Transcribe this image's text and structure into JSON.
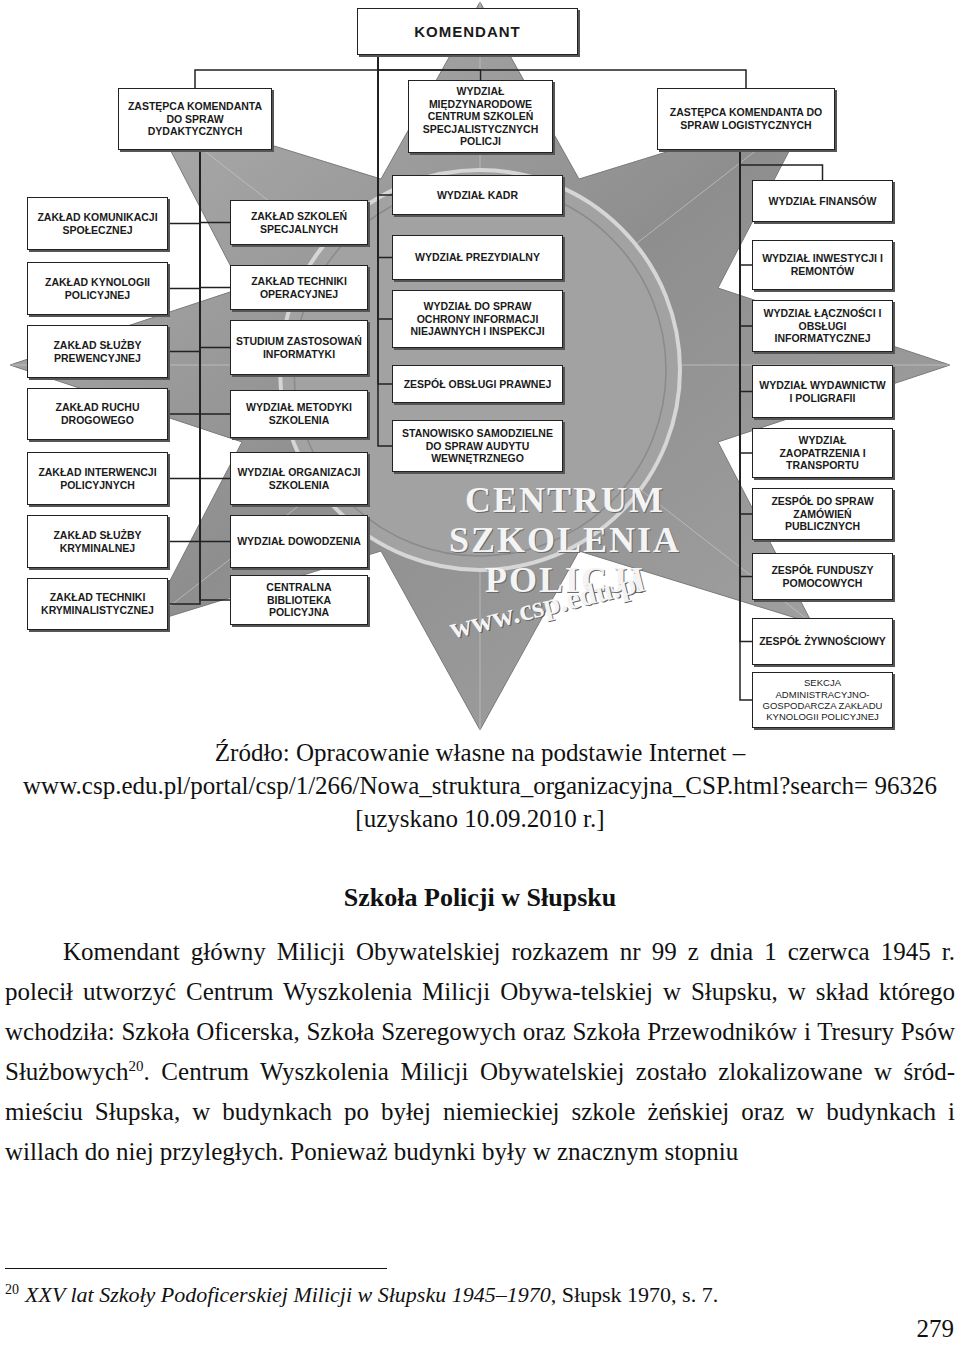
{
  "diagram": {
    "caption": "Źródło: Opracowanie własne na podstawie Internet – www.csp.edu.pl/portal/csp/1/266/Nowa_struktura_organizacyjna_CSP.html?search= 96326 [uzyskano 10.09.2010 r.]",
    "nodes": [
      {
        "text": [
          "KOMENDANT"
        ]
      },
      {
        "text": [
          "ZASTĘPCA KOMENDANTA DO SPRAW DYDAKTYCZNYCH"
        ]
      },
      {
        "text": [
          "WYDZIAŁ MIĘDZYNARODOWE CENTRUM SZKOLEŃ SPECJALISTYCZNYCH POLICJI"
        ]
      },
      {
        "text": [
          "ZASTĘPCA KOMENDANTA DO SPRAW LOGISTYCZNYCH"
        ]
      },
      {
        "text": [
          "ZAKŁAD KOMUNIKACJI SPOŁECZNEJ"
        ]
      },
      {
        "text": [
          "ZAKŁAD KYNOLOGII POLICYJNEJ"
        ]
      },
      {
        "text": [
          "ZAKŁAD SŁUŻBY PREWENCYJNEJ"
        ]
      },
      {
        "text": [
          "ZAKŁAD RUCHU DROGOWEGO"
        ]
      },
      {
        "text": [
          "ZAKŁAD INTERWENCJI POLICYJNYCH"
        ]
      },
      {
        "text": [
          "ZAKŁAD SŁUŻBY KRYMINALNEJ"
        ]
      },
      {
        "text": [
          "ZAKŁAD TECHNIKI KRYMINALISTYCZNEJ"
        ]
      },
      {
        "text": [
          "ZAKŁAD SZKOLEŃ SPECJALNYCH"
        ]
      },
      {
        "text": [
          "ZAKŁAD TECHNIKI OPERACYJNEJ"
        ]
      },
      {
        "text": [
          "STUDIUM ZASTOSOWAŃ INFORMATYKI"
        ]
      },
      {
        "text": [
          "WYDZIAŁ METODYKI SZKOLENIA"
        ]
      },
      {
        "text": [
          "WYDZIAŁ ORGANIZACJI SZKOLENIA"
        ]
      },
      {
        "text": [
          "WYDZIAŁ DOWODZENIA"
        ]
      },
      {
        "text": [
          "CENTRALNA BIBLIOTEKA POLICYJNA"
        ]
      },
      {
        "text": [
          "WYDZIAŁ KADR"
        ]
      },
      {
        "text": [
          "WYDZIAŁ PREZYDIALNY"
        ]
      },
      {
        "text": [
          "WYDZIAŁ DO SPRAW OCHRONY INFORMACJI NIEJAWNYCH I INSPEKCJI"
        ]
      },
      {
        "text": [
          "ZESPÓŁ OBSŁUGI PRAWNEJ"
        ]
      },
      {
        "text": [
          "STANOWISKO SAMODZIELNE DO SPRAW AUDYTU WEWNĘTRZNEGO"
        ]
      },
      {
        "text": [
          "WYDZIAŁ FINANSÓW"
        ]
      },
      {
        "text": [
          "WYDZIAŁ INWESTYCJI I REMONTÓW"
        ]
      },
      {
        "text": [
          "WYDZIAŁ ŁĄCZNOŚCI I OBSŁUGI INFORMATYCZNEJ"
        ]
      },
      {
        "text": [
          "WYDZIAŁ WYDAWNICTW I POLIGRAFII"
        ]
      },
      {
        "text": [
          "WYDZIAŁ ZAOPATRZENIA I TRANSPORTU"
        ]
      },
      {
        "text": [
          "ZESPÓŁ DO SPRAW ZAMÓWIEŃ PUBLICZNYCH"
        ]
      },
      {
        "text": [
          "ZESPÓŁ FUNDUSZY POMOCOWYCH"
        ]
      },
      {
        "text": [
          "ZESPÓŁ ŻYWNOŚCIOWY"
        ]
      },
      {
        "text": [
          "SEKCJA ADMINISTRACYJNO-GOSPODARCZA ZAKŁADU KYNOLOGII POLICYJNEJ"
        ]
      }
    ],
    "edges": [
      {
        "from": 0,
        "to": 1,
        "arrow": "none"
      },
      {
        "from": 0,
        "to": 2,
        "arrow": "none"
      },
      {
        "from": 0,
        "to": 3,
        "arrow": "none"
      },
      {
        "from": 0,
        "to": 18,
        "arrow": "none"
      },
      {
        "from": 0,
        "to": 19,
        "arrow": "none"
      },
      {
        "from": 0,
        "to": 20,
        "arrow": "none"
      },
      {
        "from": 0,
        "to": 21,
        "arrow": "none"
      },
      {
        "from": 0,
        "to": 22,
        "arrow": "none"
      },
      {
        "from": 1,
        "to": 4,
        "arrow": "none"
      },
      {
        "from": 1,
        "to": 5,
        "arrow": "none"
      },
      {
        "from": 1,
        "to": 6,
        "arrow": "none"
      },
      {
        "from": 1,
        "to": 7,
        "arrow": "none"
      },
      {
        "from": 1,
        "to": 8,
        "arrow": "none"
      },
      {
        "from": 1,
        "to": 9,
        "arrow": "none"
      },
      {
        "from": 1,
        "to": 10,
        "arrow": "none"
      },
      {
        "from": 1,
        "to": 11,
        "arrow": "none"
      },
      {
        "from": 1,
        "to": 12,
        "arrow": "none"
      },
      {
        "from": 1,
        "to": 13,
        "arrow": "none"
      },
      {
        "from": 1,
        "to": 14,
        "arrow": "none"
      },
      {
        "from": 1,
        "to": 15,
        "arrow": "none"
      },
      {
        "from": 1,
        "to": 16,
        "arrow": "none"
      },
      {
        "from": 1,
        "to": 17,
        "arrow": "none"
      },
      {
        "from": 3,
        "to": 23,
        "arrow": "none"
      },
      {
        "from": 3,
        "to": 24,
        "arrow": "none"
      },
      {
        "from": 3,
        "to": 25,
        "arrow": "none"
      },
      {
        "from": 3,
        "to": 26,
        "arrow": "none"
      },
      {
        "from": 3,
        "to": 27,
        "arrow": "none"
      },
      {
        "from": 3,
        "to": 28,
        "arrow": "none"
      },
      {
        "from": 3,
        "to": 29,
        "arrow": "none"
      },
      {
        "from": 3,
        "to": 30,
        "arrow": "none"
      },
      {
        "from": 3,
        "to": 31,
        "arrow": "none"
      }
    ],
    "labels": [
      "CENTRUM",
      "SZKOLENIA",
      "POLICJI",
      "www.csp.edu.pl",
      "Szkoła Policji w Słupsku",
      "Komendant główny Milicji Obywatelskiej rozkazem nr 99 z dnia 1 czerwca 1945 r. polecił utworzyć Centrum Wyszkolenia Milicji Obywa-telskiej w Słupsku, w skład którego wchodziła: Szkoła Oficerska, Szkoła Szeregowych oraz Szkoła Przewodników i Tresury Psów Służbowych",
      "20",
      ". Centrum Wyszkolenia Milicji Obywatelskiej zostało zlokalizowane w śród-mieściu Słupska, w budynkach po byłej niemieckiej szkole żeńskiej oraz w budynkach i willach do niej przyległych. Ponieważ budynki były w znacznym stopniu",
      "20",
      "XXV lat Szkoły Podoficerskiej Milicji w Słupsku 1945–1970",
      ", Słupsk 1970, s. 7.",
      "279"
    ]
  }
}
